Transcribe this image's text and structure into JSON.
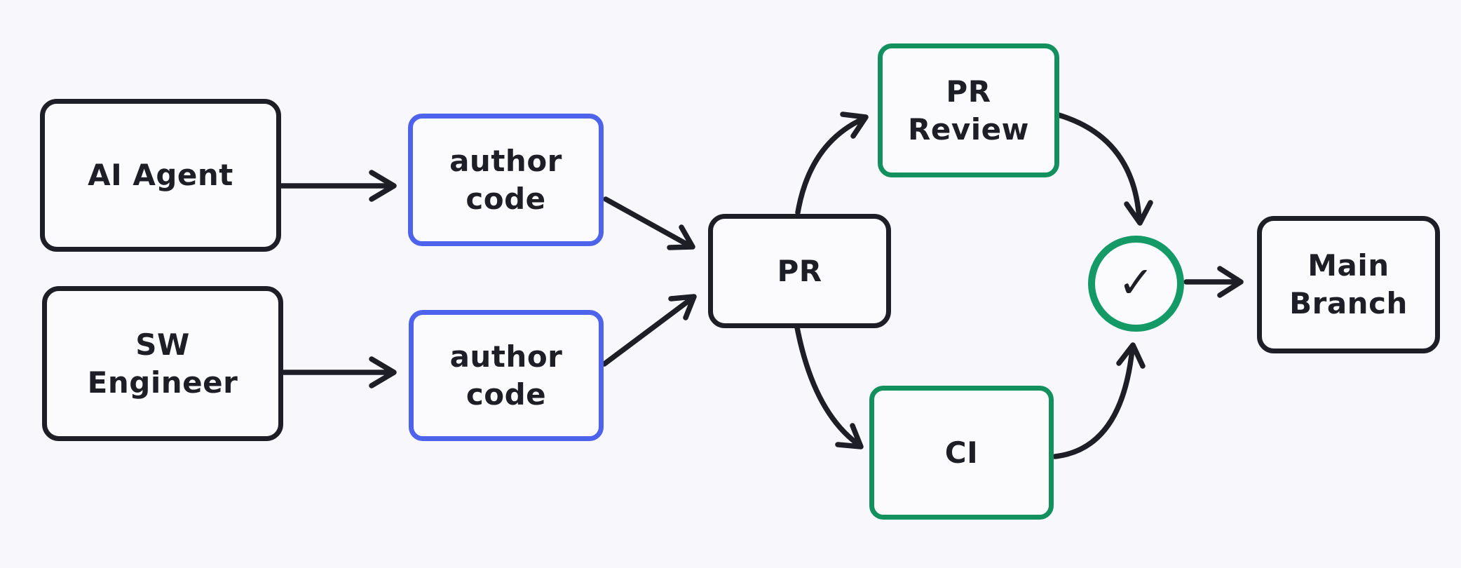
{
  "diagram": {
    "type": "flowchart",
    "background_color": "#f8f8fc",
    "colors": {
      "ink": "#1e1e26",
      "blue": "#4d63eb",
      "green": "#12915f",
      "box_fill": "#fbfbfe"
    },
    "nodes": {
      "ai_agent": {
        "label": "AI Agent",
        "border_color": "black"
      },
      "sw_engineer": {
        "label": "SW\nEngineer",
        "border_color": "black"
      },
      "author_code_top": {
        "label": "author\ncode",
        "border_color": "blue"
      },
      "author_code_bottom": {
        "label": "author\ncode",
        "border_color": "blue"
      },
      "pr": {
        "label": "PR",
        "border_color": "black"
      },
      "pr_review": {
        "label": "PR\nReview",
        "border_color": "green"
      },
      "ci": {
        "label": "CI",
        "border_color": "green"
      },
      "approval": {
        "glyph": "✓",
        "icon": "checkmark-icon",
        "border_color": "green"
      },
      "main_branch": {
        "label": "Main\nBranch",
        "border_color": "black"
      }
    },
    "edges": [
      {
        "from": "ai_agent",
        "to": "author_code_top"
      },
      {
        "from": "sw_engineer",
        "to": "author_code_bottom"
      },
      {
        "from": "author_code_top",
        "to": "pr"
      },
      {
        "from": "author_code_bottom",
        "to": "pr"
      },
      {
        "from": "pr",
        "to": "pr_review"
      },
      {
        "from": "pr",
        "to": "ci"
      },
      {
        "from": "pr_review",
        "to": "approval"
      },
      {
        "from": "ci",
        "to": "approval"
      },
      {
        "from": "approval",
        "to": "main_branch"
      }
    ]
  }
}
